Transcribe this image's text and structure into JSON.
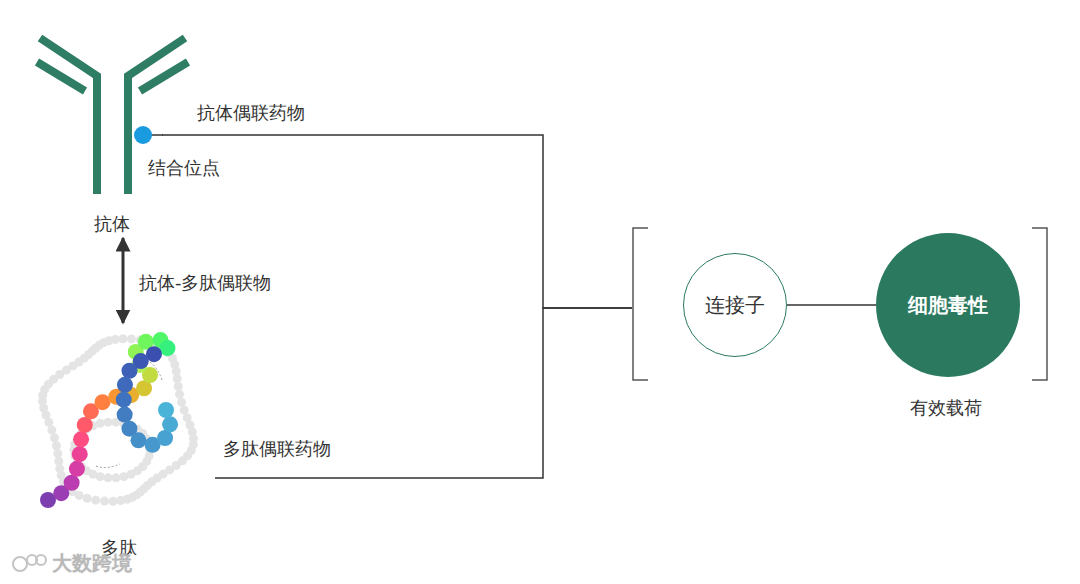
{
  "diagram": {
    "nodes": [
      {
        "text": [
          "抗体"
        ]
      },
      {
        "text": [
          "多肽"
        ]
      },
      {
        "text": [
          "有效载荷"
        ]
      },
      {
        "text": [
          "连接子"
        ],
        "in": 2
      },
      {
        "text": [
          "细胞毒性"
        ],
        "in": 2
      }
    ],
    "edges": [
      {
        "from": 0,
        "to": 1,
        "arrow": "both",
        "label": "抗体-多肽偶联物"
      },
      {
        "from": 0,
        "to": 2,
        "arrow": "none",
        "label": "抗体偶联药物"
      },
      {
        "from": 1,
        "to": 2,
        "arrow": "none",
        "label": "多肽偶联药物"
      },
      {
        "from": 3,
        "to": 4,
        "arrow": "none"
      }
    ],
    "labels": [
      "结合位点",
      "大数跨境"
    ]
  }
}
